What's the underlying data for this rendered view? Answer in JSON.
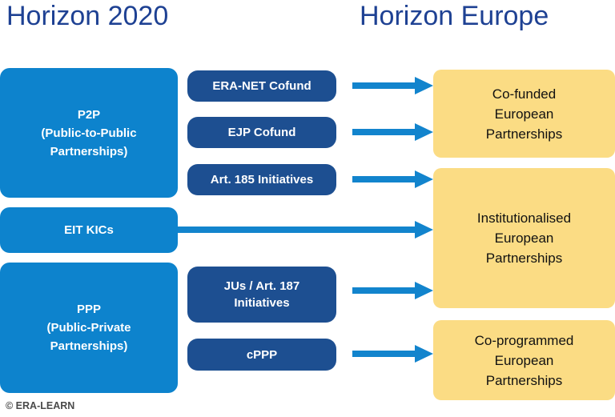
{
  "headings": {
    "left": "Horizon 2020",
    "right": "Horizon Europe"
  },
  "colors": {
    "heading": "#1e4193",
    "left_box": "#0d83cd",
    "mid_box": "#1d4f91",
    "right_box": "#fbdc84",
    "arrow": "#1284cd",
    "page_background": "#ffffff",
    "footer_text": "#4a4a4a"
  },
  "left_column": [
    {
      "id": "p2p",
      "label": "P2P\n(Public-to-Public\nPartnerships)"
    },
    {
      "id": "eit-kics",
      "label": "EIT KICs"
    },
    {
      "id": "ppp",
      "label": "PPP\n(Public-Private\nPartnerships)"
    }
  ],
  "middle_column": [
    {
      "id": "era-net-cofund",
      "label": "ERA-NET Cofund"
    },
    {
      "id": "ejp-cofund",
      "label": "EJP Cofund"
    },
    {
      "id": "art-185",
      "label": "Art. 185 Initiatives"
    },
    {
      "id": "jus-art-187",
      "label": "JUs / Art. 187\nInitiatives"
    },
    {
      "id": "cppp",
      "label": "cPPP"
    }
  ],
  "right_column": [
    {
      "id": "co-funded",
      "label": "Co-funded\nEuropean\nPartnerships"
    },
    {
      "id": "institutionalised",
      "label": "Institutionalised\nEuropean\nPartnerships"
    },
    {
      "id": "co-programmed",
      "label": "Co-programmed\nEuropean\nPartnerships"
    }
  ],
  "arrows": [
    {
      "id": "era-net-to-co-funded",
      "from": "era-net-cofund",
      "to": "co-funded"
    },
    {
      "id": "ejp-to-co-funded",
      "from": "ejp-cofund",
      "to": "co-funded"
    },
    {
      "id": "art185-to-institutionalised",
      "from": "art-185",
      "to": "institutionalised"
    },
    {
      "id": "eit-to-institutionalised",
      "from": "eit-kics",
      "to": "institutionalised"
    },
    {
      "id": "jus-to-institutionalised",
      "from": "jus-art-187",
      "to": "institutionalised"
    },
    {
      "id": "cppp-to-co-programmed",
      "from": "cppp",
      "to": "co-programmed"
    }
  ],
  "footer": {
    "copyright": "© ERA-LEARN"
  }
}
